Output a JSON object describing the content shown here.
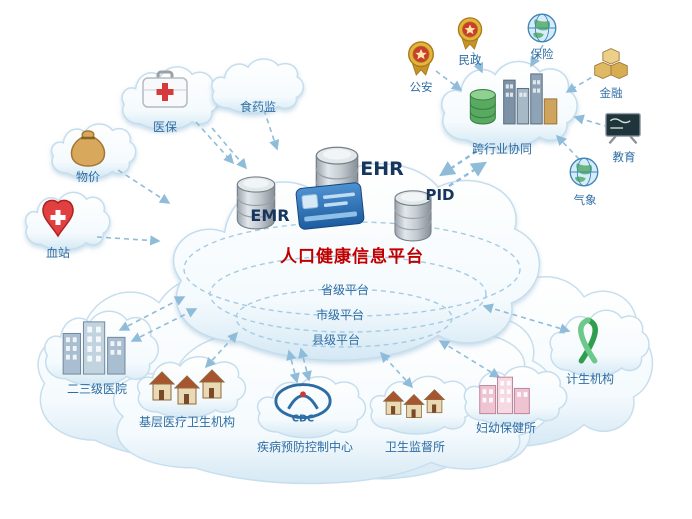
{
  "diagram": {
    "center": {
      "title": "人口健康信息平台",
      "emr_label": "EMR",
      "ehr_label": "EHR",
      "pid_label": "PID",
      "levels": {
        "province": "省级平台",
        "city": "市级平台",
        "county": "县级平台"
      }
    },
    "left_nodes": {
      "medical_insurance": "医保",
      "food_drug_admin": "食药监",
      "pricing": "物价",
      "blood_station": "血站"
    },
    "industry_nodes": {
      "public_security": "公安",
      "civil_affairs": "民政",
      "insurance": "保险",
      "finance": "金融",
      "education": "教育",
      "meteorology": "气象",
      "collaboration": "跨行业协同"
    },
    "bottom_nodes": {
      "hospitals": "二三级医院",
      "primary_care": "基层医疗卫生机构",
      "cdc": "疾病预防控制中心",
      "health_supervision": "卫生监督所",
      "maternal_child_care": "妇幼保健所",
      "family_planning": "计生机构"
    },
    "colors": {
      "title_red": "#c00000",
      "label_blue": "#2e6da4",
      "db_label_navy": "#17365d",
      "connector": "#8fbcd9",
      "cloud_edge": "#c6dded"
    }
  }
}
